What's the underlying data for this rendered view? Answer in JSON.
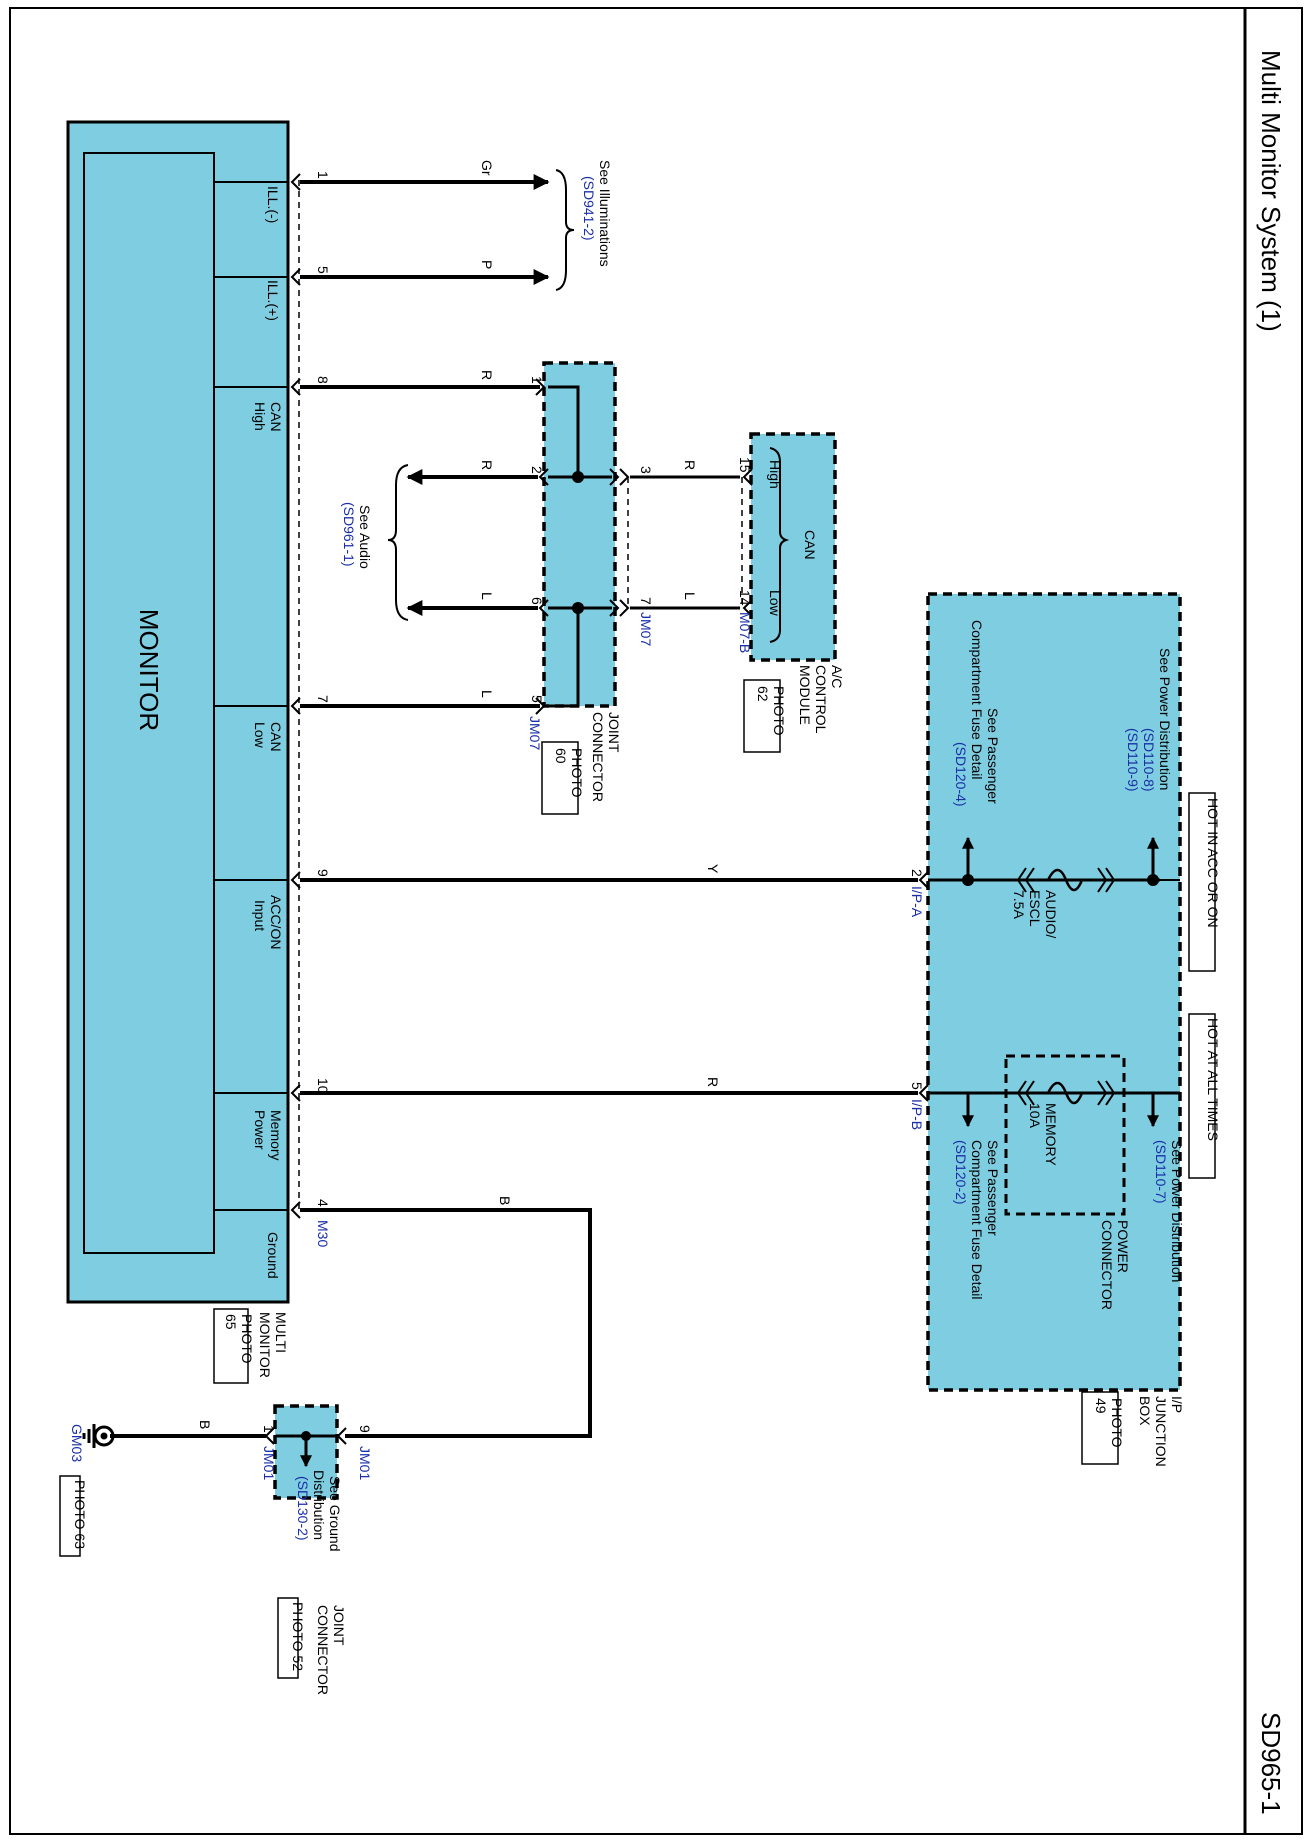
{
  "header": {
    "title": "Multi Monitor System (1)",
    "code": "SD965-1"
  },
  "monitor": {
    "label": "MONITOR",
    "name": [
      "MULTI",
      "MONITOR"
    ],
    "photo": [
      "PHOTO",
      "65"
    ],
    "connector": "M30",
    "pins": [
      {
        "pin": "1",
        "label": [
          "ILL.(-)"
        ]
      },
      {
        "pin": "5",
        "label": [
          "ILL.(+)"
        ]
      },
      {
        "pin": "8",
        "label": [
          "CAN",
          "High"
        ]
      },
      {
        "pin": "7",
        "label": [
          "CAN",
          "Low"
        ]
      },
      {
        "pin": "9",
        "label": [
          "ACC/ON",
          "Input"
        ]
      },
      {
        "pin": "10",
        "label": [
          "Memory",
          "Power"
        ]
      },
      {
        "pin": "4",
        "label": [
          "Ground"
        ]
      }
    ]
  },
  "wires": {
    "ill_neg": "Gr",
    "ill_pos": "P",
    "can_high": "R",
    "can_low": "L",
    "audio_high": "R",
    "audio_low": "L",
    "ac_high": "R",
    "ac_low": "L",
    "acc_on": "Y",
    "memory": "R",
    "ground_1": "B",
    "ground_2": "B"
  },
  "refs": {
    "illuminations": [
      "See Illuminations",
      "(SD941-2)"
    ],
    "audio": [
      "See Audio",
      "(SD961-1)"
    ],
    "power_dist_1": [
      "See Power Distribution",
      "(SD110-8)",
      "(SD110-9)"
    ],
    "passenger_fuse_1": [
      "See Passenger",
      "Compartment Fuse Detail",
      "(SD120-4)"
    ],
    "power_dist_2": [
      "See Power Distribution",
      "(SD110-7)"
    ],
    "passenger_fuse_2": [
      "See Passenger",
      "Compartment Fuse Detail",
      "(SD120-2)"
    ],
    "ground_dist": [
      "See Ground",
      "Distribution",
      "(SD130-2)"
    ]
  },
  "joint_connector_jm07": {
    "name": [
      "JOINT",
      "CONNECTOR"
    ],
    "photo": [
      "PHOTO",
      "60"
    ],
    "connector": "JM07",
    "pins": [
      "1",
      "2",
      "3",
      "5",
      "6",
      "7"
    ]
  },
  "ac_module": {
    "name": [
      "A/C",
      "CONTROL",
      "MODULE"
    ],
    "photo": [
      "PHOTO",
      "62"
    ],
    "connector": "M07-B",
    "can_label": "CAN",
    "high_label": "High",
    "low_label": "Low",
    "pins": [
      "15",
      "14"
    ]
  },
  "ip_junction_box": {
    "name": [
      "I/P",
      "JUNCTION",
      "BOX"
    ],
    "photo": [
      "PHOTO",
      "49"
    ],
    "hot_acc": "HOT IN ACC OR ON",
    "hot_all": "HOT AT ALL TIMES",
    "fuse1": [
      "AUDIO/",
      "ESCL",
      "7.5A"
    ],
    "fuse2": [
      "MEMORY",
      "10A"
    ],
    "power_connector": [
      "POWER",
      "CONNECTOR"
    ],
    "pin_a": "2",
    "conn_a": "I/P-A",
    "pin_b": "5",
    "conn_b": "I/P-B"
  },
  "joint_connector_jm01": {
    "name": [
      "JOINT",
      "CONNECTOR"
    ],
    "photo": "PHOTO 52",
    "connector": "JM01",
    "pins": [
      "9",
      "1"
    ]
  },
  "ground": {
    "name": "GM03",
    "photo": "PHOTO 63"
  }
}
